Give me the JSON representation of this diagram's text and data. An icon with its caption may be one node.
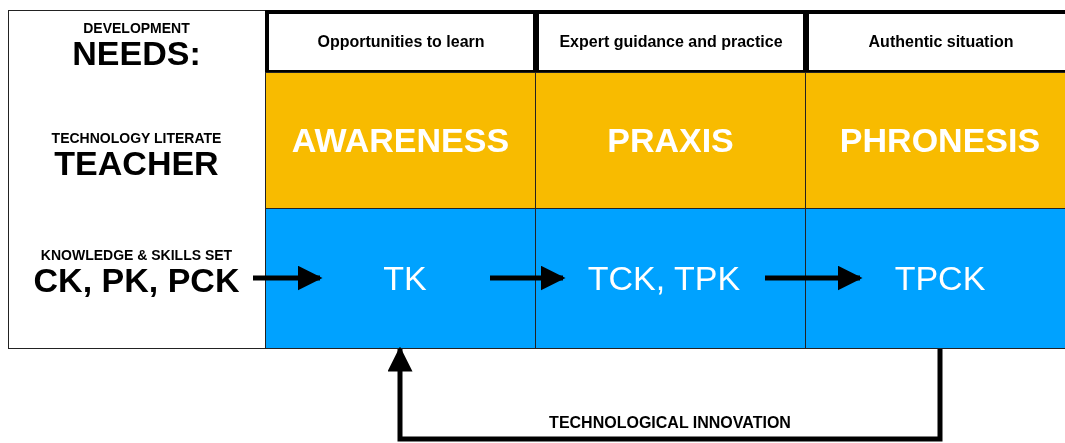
{
  "diagram": {
    "nodes": [
      {
        "text": [
          "DEVELOPMENT",
          "NEEDS:"
        ]
      },
      {
        "text": [
          "Opportunities to learn"
        ]
      },
      {
        "text": [
          "Expert guidance and practice"
        ]
      },
      {
        "text": [
          "Authentic situation"
        ]
      },
      {
        "text": [
          "TECHNOLOGY LITERATE",
          "TEACHER"
        ]
      },
      {
        "text": [
          "AWARENESS"
        ]
      },
      {
        "text": [
          "PRAXIS"
        ]
      },
      {
        "text": [
          "PHRONESIS"
        ]
      },
      {
        "text": [
          "KNOWLEDGE & SKILLS SET",
          "CK, PK, PCK"
        ]
      },
      {
        "text": [
          "TK"
        ]
      },
      {
        "text": [
          "TCK, TPK"
        ]
      },
      {
        "text": [
          "TPCK"
        ]
      }
    ],
    "edges": [
      {
        "from": 8,
        "to": 9,
        "arrow": "to"
      },
      {
        "from": 9,
        "to": 10,
        "arrow": "to"
      },
      {
        "from": 10,
        "to": 11,
        "arrow": "to"
      },
      {
        "from": 11,
        "to": 9,
        "arrow": "to",
        "label": "TECHNOLOGICAL INNOVATION"
      }
    ]
  }
}
